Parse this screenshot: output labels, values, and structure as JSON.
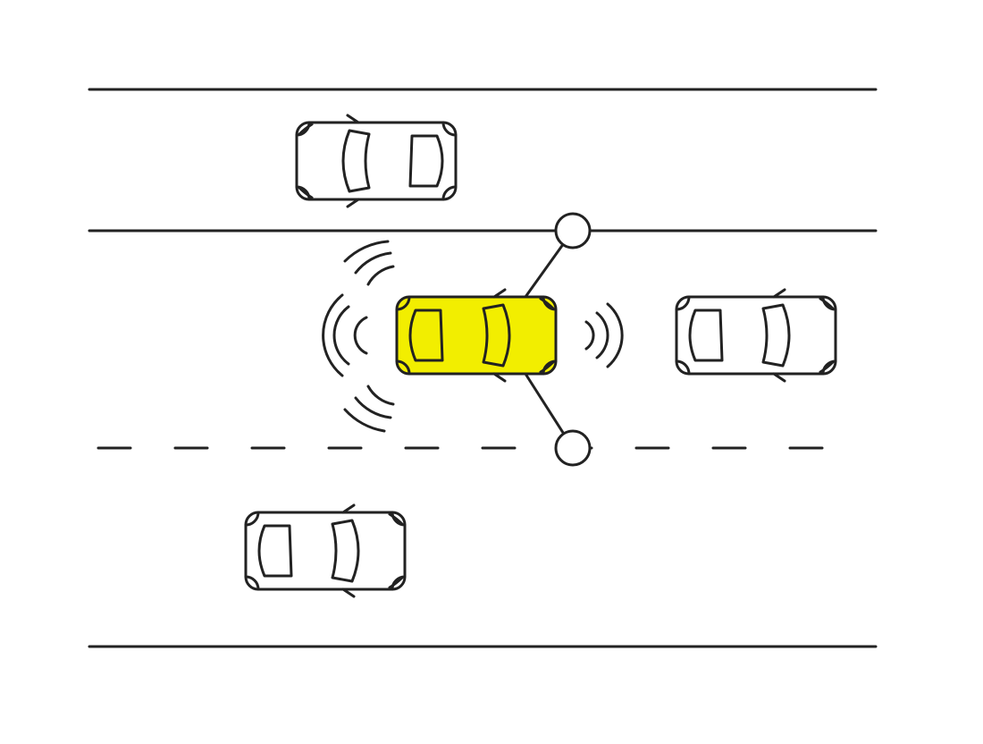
{
  "colors": {
    "background": "#ffffff",
    "line": "#222222",
    "ego_car_fill": "#f2ee00",
    "other_car_fill": "#ffffff"
  },
  "road": {
    "lane_marking_style_center": "dashed",
    "lane_marking_style_edges": "solid"
  },
  "cars": [
    {
      "id": "other-car-top-lane",
      "role": "surrounding",
      "heading": "left"
    },
    {
      "id": "ego-car",
      "role": "ego",
      "heading": "right",
      "highlight": true
    },
    {
      "id": "other-car-ahead",
      "role": "surrounding",
      "heading": "right"
    },
    {
      "id": "other-car-bottom-lane",
      "role": "surrounding",
      "heading": "right"
    }
  ],
  "sensors": {
    "rear_waves": true,
    "front_waves": true,
    "side_reach_markers": 2
  },
  "icons": [
    "sensor-wave-icon",
    "reach-marker-icon"
  ]
}
